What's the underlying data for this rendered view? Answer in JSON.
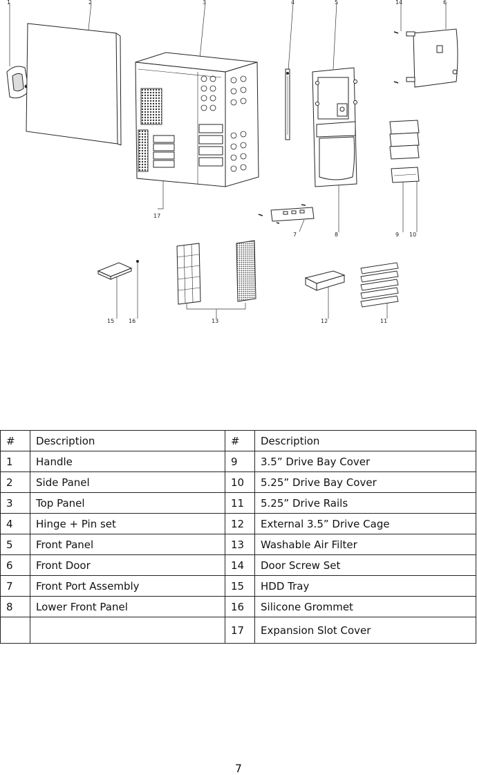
{
  "diagram": {
    "callouts": [
      {
        "id": "1",
        "label": "1"
      },
      {
        "id": "2",
        "label": "2"
      },
      {
        "id": "3",
        "label": "3"
      },
      {
        "id": "4",
        "label": "4"
      },
      {
        "id": "5",
        "label": "5"
      },
      {
        "id": "14",
        "label": "14"
      },
      {
        "id": "6",
        "label": "6"
      },
      {
        "id": "17",
        "label": "17"
      },
      {
        "id": "7",
        "label": "7"
      },
      {
        "id": "8",
        "label": "8"
      },
      {
        "id": "9",
        "label": "9"
      },
      {
        "id": "10",
        "label": "10"
      },
      {
        "id": "15",
        "label": "15"
      },
      {
        "id": "16",
        "label": "16"
      },
      {
        "id": "13",
        "label": "13"
      },
      {
        "id": "12",
        "label": "12"
      },
      {
        "id": "11",
        "label": "11"
      }
    ]
  },
  "table": {
    "header": {
      "num": "#",
      "desc": "Description",
      "num2": "#",
      "desc2": "Description"
    },
    "rows": [
      {
        "num": "1",
        "desc": "Handle",
        "num2": "9",
        "desc2": "3.5” Drive Bay Cover"
      },
      {
        "num": "2",
        "desc": "Side Panel",
        "num2": "10",
        "desc2": "5.25” Drive Bay Cover"
      },
      {
        "num": "3",
        "desc": "Top Panel",
        "num2": "11",
        "desc2": "5.25” Drive Rails"
      },
      {
        "num": "4",
        "desc": "Hinge + Pin set",
        "num2": "12",
        "desc2": "External 3.5” Drive Cage"
      },
      {
        "num": "5",
        "desc": "Front Panel",
        "num2": "13",
        "desc2": "Washable Air Filter"
      },
      {
        "num": "6",
        "desc": "Front Door",
        "num2": "14",
        "desc2": "Door Screw Set"
      },
      {
        "num": "7",
        "desc": "Front Port Assembly",
        "num2": "15",
        "desc2": "HDD Tray"
      },
      {
        "num": "8",
        "desc": "Lower Front Panel",
        "num2": "16",
        "desc2": "Silicone Grommet"
      },
      {
        "num": "",
        "desc": "",
        "num2": "17",
        "desc2": "Expansion Slot Cover"
      }
    ]
  },
  "page_number": "7"
}
